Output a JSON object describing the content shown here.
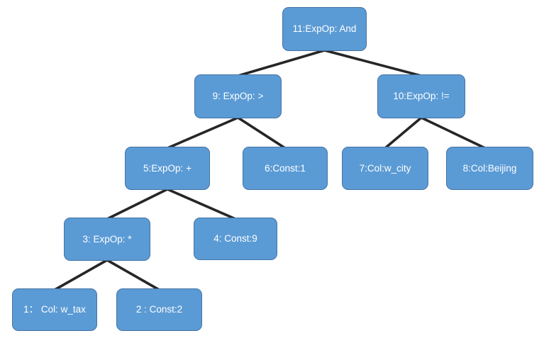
{
  "diagram": {
    "type": "expression-tree",
    "nodes": [
      {
        "id": 1,
        "label": "1： Col: w_tax",
        "kind": "Col",
        "value": "w_tax"
      },
      {
        "id": 2,
        "label": "2 : Const:2",
        "kind": "Const",
        "value": "2"
      },
      {
        "id": 3,
        "label": "3: ExpOp: *",
        "kind": "ExpOp",
        "value": "*"
      },
      {
        "id": 4,
        "label": "4: Const:9",
        "kind": "Const",
        "value": "9"
      },
      {
        "id": 5,
        "label": "5:ExpOp: +",
        "kind": "ExpOp",
        "value": "+"
      },
      {
        "id": 6,
        "label": "6:Const:1",
        "kind": "Const",
        "value": "1"
      },
      {
        "id": 7,
        "label": "7:Col:w_city",
        "kind": "Col",
        "value": "w_city"
      },
      {
        "id": 8,
        "label": "8:Col:Beijing",
        "kind": "Col",
        "value": "Beijing"
      },
      {
        "id": 9,
        "label": "9: ExpOp: >",
        "kind": "ExpOp",
        "value": ">"
      },
      {
        "id": 10,
        "label": "10:ExpOp: !=",
        "kind": "ExpOp",
        "value": "!="
      },
      {
        "id": 11,
        "label": "11:ExpOp: And",
        "kind": "ExpOp",
        "value": "And"
      }
    ],
    "edges": [
      [
        11,
        9
      ],
      [
        11,
        10
      ],
      [
        9,
        5
      ],
      [
        9,
        6
      ],
      [
        10,
        7
      ],
      [
        10,
        8
      ],
      [
        5,
        3
      ],
      [
        5,
        4
      ],
      [
        3,
        1
      ],
      [
        3,
        2
      ]
    ],
    "colors": {
      "node_fill": "#5B9BD5",
      "node_border": "#4472A4",
      "node_text": "#FFFFFF",
      "edge": "#262626",
      "background": "#FFFFFF"
    }
  }
}
